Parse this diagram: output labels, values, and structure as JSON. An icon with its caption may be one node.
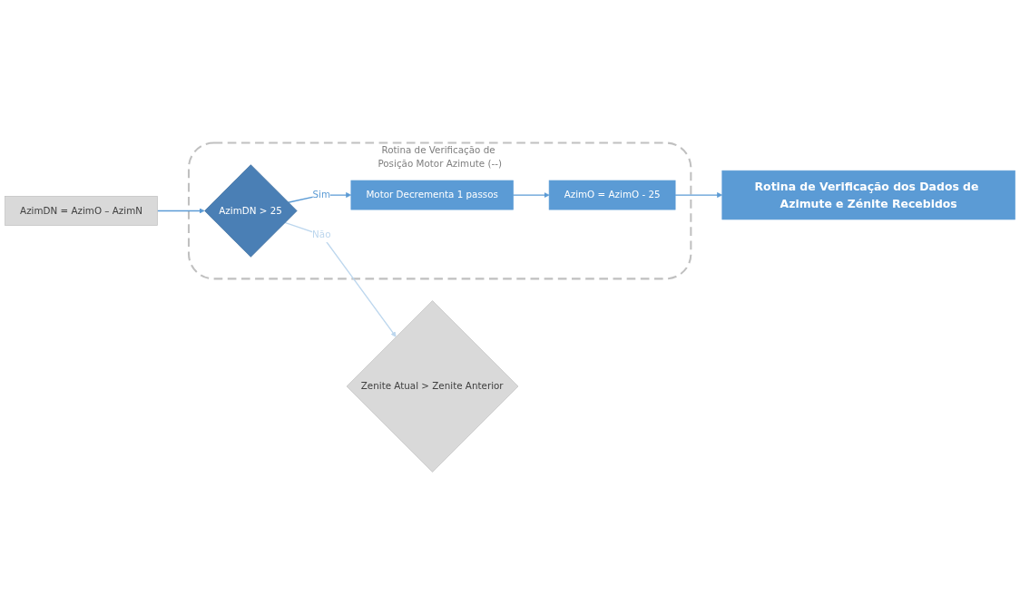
{
  "diagram": {
    "nodes": [
      {
        "text": [
          "Rotina de Verificação dos Dados de Azimute e Zénite Recebidos"
        ]
      },
      {
        "text": [
          "AzimDN = AzimO – AzimN"
        ]
      },
      {
        "text": [
          "Rotina de Verificação de Posição Motor Azimute (--)"
        ]
      },
      {
        "text": [
          "AzimDN > 25"
        ],
        "in": 2
      },
      {
        "text": [
          "Motor Decrementa 1 passos"
        ],
        "in": 2
      },
      {
        "text": [
          "AzimO = AzimO - 25"
        ],
        "in": 2
      },
      {
        "text": [
          "Zenite Atual > Zenite Anterior"
        ]
      }
    ],
    "edges": [
      {
        "from": 1,
        "to": 3,
        "arrow": "to"
      },
      {
        "from": 3,
        "to": 4,
        "arrow": "to",
        "label": "Sim"
      },
      {
        "from": 4,
        "to": 5,
        "arrow": "to"
      },
      {
        "from": 5,
        "to": 0,
        "arrow": "to"
      },
      {
        "from": 3,
        "to": 6,
        "arrow": "to",
        "label": "Não",
        "color": "#bdd7ee"
      }
    ]
  }
}
